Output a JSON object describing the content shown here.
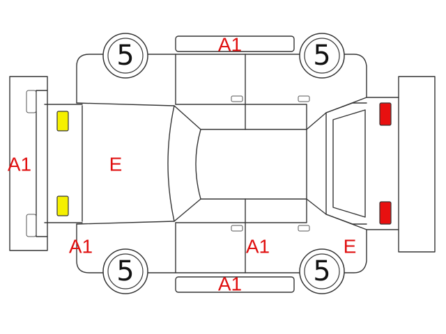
{
  "colors": {
    "damage_code": "#e01010",
    "front_light": "#f5f000",
    "rear_light": "#e81010",
    "outline": "#333333"
  },
  "wheels": {
    "front_top": "5",
    "rear_top": "5",
    "front_bottom": "5",
    "rear_bottom": "5"
  },
  "codes": {
    "front_bumper": "A1",
    "hood": "E",
    "top_side_panel": "A1",
    "bottom_side_panel": "A1",
    "front_fender_bottom": "A1",
    "rear_door_bottom": "A1",
    "rear_quarter_bottom": "E"
  }
}
